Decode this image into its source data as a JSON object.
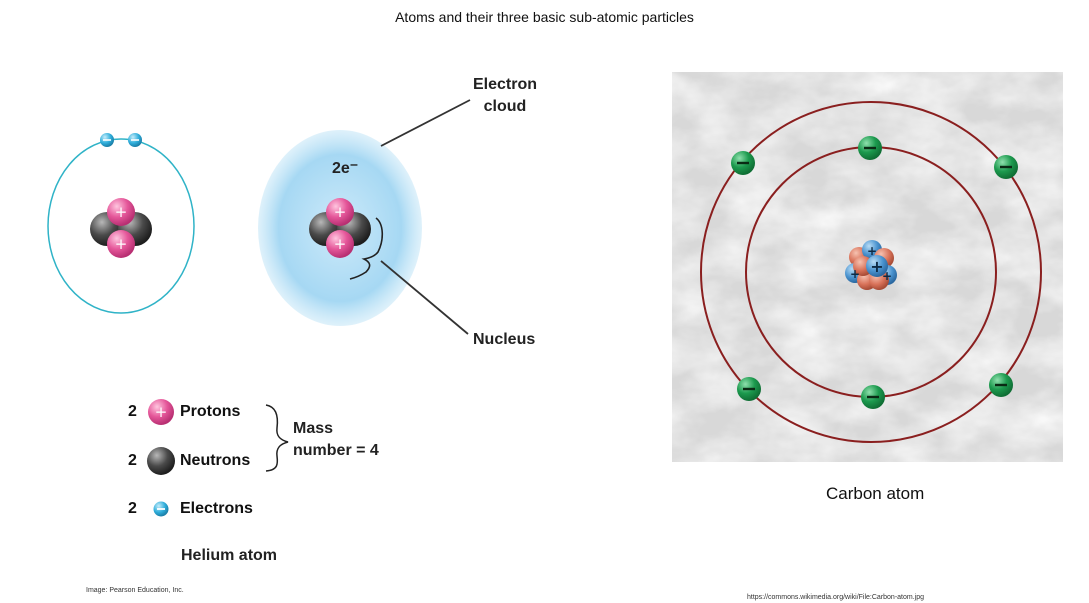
{
  "title": "Atoms and their three basic sub-atomic particles",
  "helium": {
    "cloud_charge": "2e⁻",
    "electron_cloud_label": "Electron\ncloud",
    "nucleus_label": "Nucleus",
    "atom_label": "Helium atom",
    "legend": [
      {
        "count": "2",
        "icon": "proton-icon",
        "label": "Protons"
      },
      {
        "count": "2",
        "icon": "neutron-icon",
        "label": "Neutrons"
      },
      {
        "count": "2",
        "icon": "electron-icon",
        "label": "Electrons"
      }
    ],
    "mass_number_label": "Mass\nnumber = 4",
    "credit": "Image:  Pearson Education, Inc."
  },
  "carbon": {
    "caption": "Carbon atom",
    "source": "https://commons.wikimedia.org/wiki/File:Carbon-atom.jpg"
  },
  "colors": {
    "proton": "#e5579a",
    "neutron": "#3c3c3c",
    "electron": "#29a8d6",
    "orbit_helium": "#2fb3c7",
    "cloud": "#a8daf3",
    "orbit_carbon": "#8a1f1f",
    "electron_carbon": "#1c9a4e",
    "nucleus_proton_carbon": "#4a93cf",
    "nucleus_neutron_carbon": "#d9735a"
  }
}
